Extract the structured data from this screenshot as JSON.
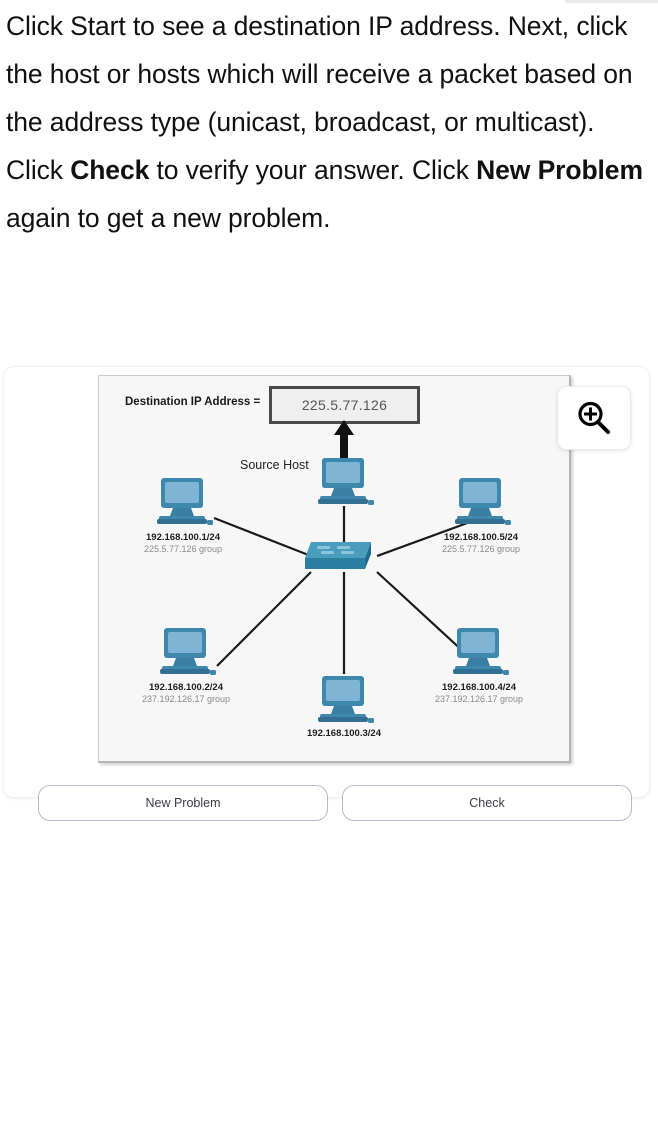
{
  "instructions": {
    "p1": "Click Start to see a destination IP address. Next, click the host or hosts which will receive a packet based on the address type (unicast, broadcast, or multicast). Click ",
    "bold1": "Check",
    "p2": " to verify your answer. Click ",
    "bold2": "New Problem",
    "p3": " again to get a new problem."
  },
  "diagram": {
    "destination_label": "Destination IP Address =",
    "destination_ip": "225.5.77.126",
    "source_host_label": "Source Host",
    "switch_name": "network-switch",
    "nodes": [
      {
        "id": "host-left-top",
        "ip": "192.168.100.1/24",
        "group": "225.5.77.126 group"
      },
      {
        "id": "host-source",
        "ip": "",
        "group": ""
      },
      {
        "id": "host-right-top",
        "ip": "192.168.100.5/24",
        "group": "225.5.77.126 group"
      },
      {
        "id": "host-left-bottom",
        "ip": "192.168.100.2/24",
        "group": "237.192.126.17 group"
      },
      {
        "id": "host-center-bottom",
        "ip": "192.168.100.3/24",
        "group": ""
      },
      {
        "id": "host-right-bottom",
        "ip": "192.168.100.4/24",
        "group": "237.192.126.17 group"
      }
    ],
    "zoom_icon": "magnifier-plus-icon"
  },
  "buttons": {
    "new_problem": "New Problem",
    "check": "Check"
  },
  "colors": {
    "pc_body": "#3f88ad",
    "pc_screen": "#7fb4d4",
    "panel_bg": "#f7f7f7",
    "button_border": "#b9b8d0",
    "dest_box_border": "#4a4a4a"
  }
}
